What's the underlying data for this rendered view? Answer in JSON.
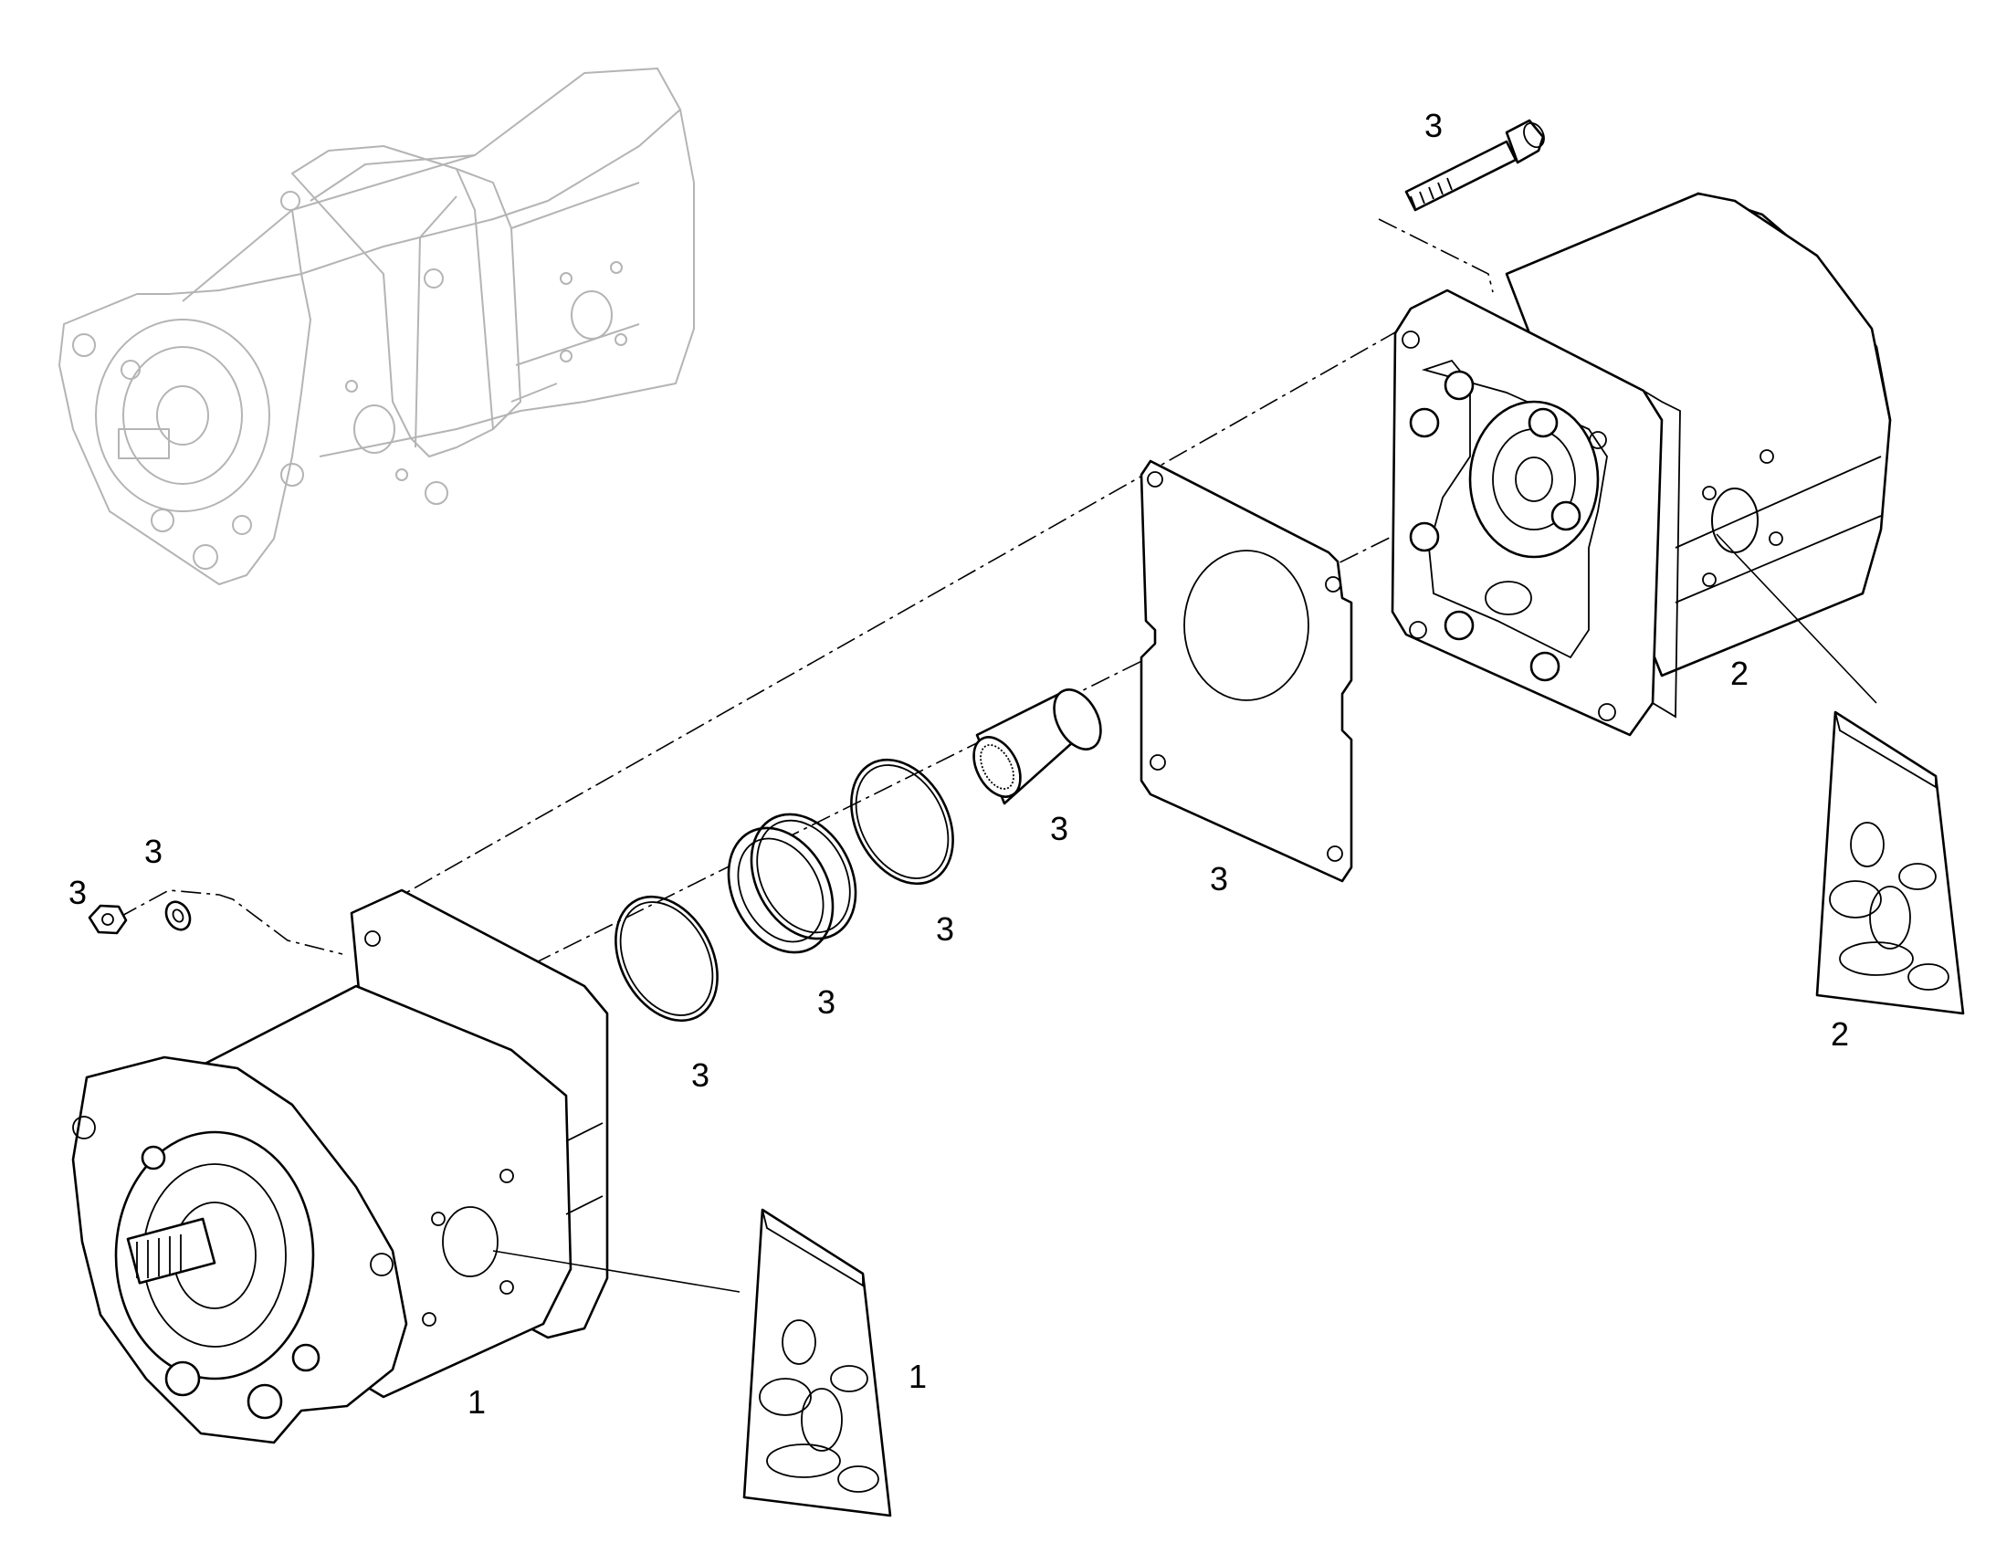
{
  "diagram": {
    "callouts": [
      {
        "id": "bolt-top",
        "text": "3"
      },
      {
        "id": "nut",
        "text": "3"
      },
      {
        "id": "washer",
        "text": "3"
      },
      {
        "id": "bushing",
        "text": "3"
      },
      {
        "id": "gasket",
        "text": "3"
      },
      {
        "id": "oring-middle",
        "text": "3"
      },
      {
        "id": "collar",
        "text": "3"
      },
      {
        "id": "oring-left",
        "text": "3"
      },
      {
        "id": "front-pump",
        "text": "1"
      },
      {
        "id": "front-seal-kit",
        "text": "1"
      },
      {
        "id": "rear-pump",
        "text": "2"
      },
      {
        "id": "rear-seal-kit",
        "text": "2"
      }
    ]
  }
}
